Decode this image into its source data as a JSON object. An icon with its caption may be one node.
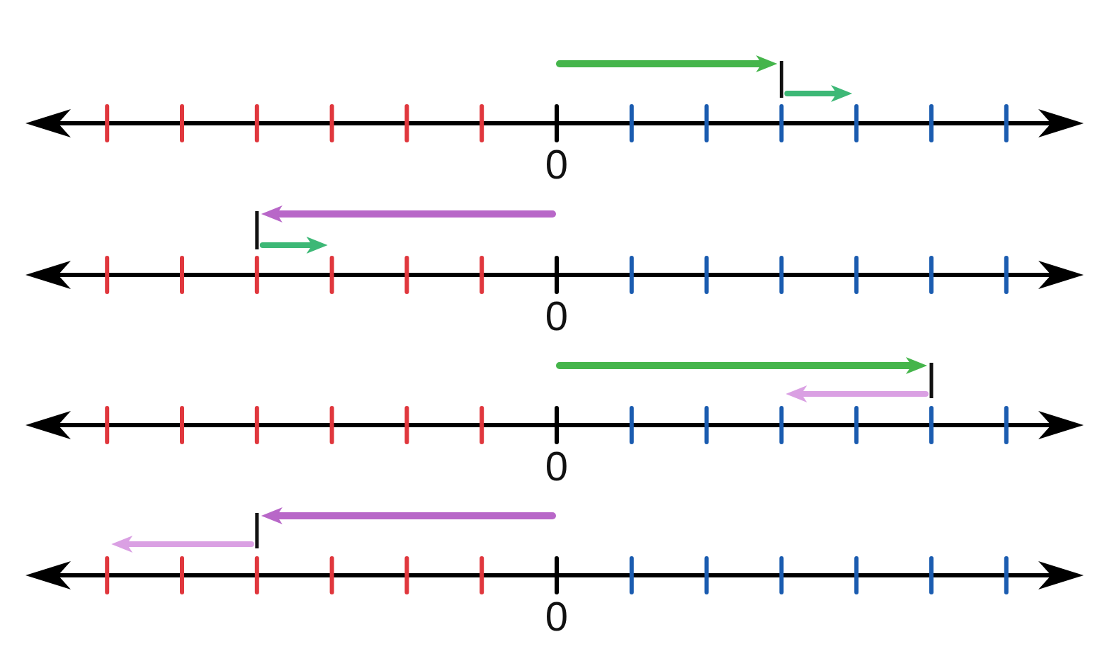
{
  "diagram": {
    "labels": [
      "0",
      "0",
      "0",
      "0"
    ]
  }
}
